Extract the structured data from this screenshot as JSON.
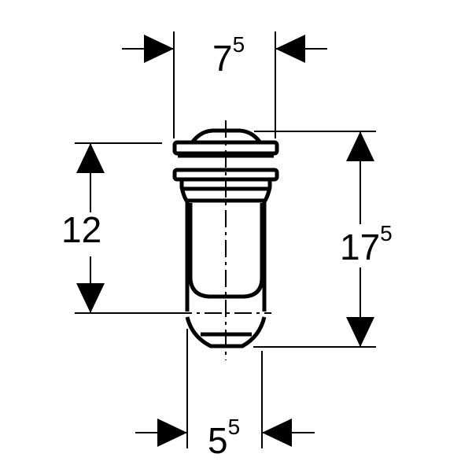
{
  "drawing": {
    "dimensions": {
      "top_width": {
        "main": "7",
        "sup": "5"
      },
      "left_height": {
        "main": "12"
      },
      "right_height": {
        "main": "17",
        "sup": "5"
      },
      "bottom_width": {
        "main": "5",
        "sup": "5"
      }
    },
    "line_color": "#000000",
    "background": "#ffffff"
  }
}
